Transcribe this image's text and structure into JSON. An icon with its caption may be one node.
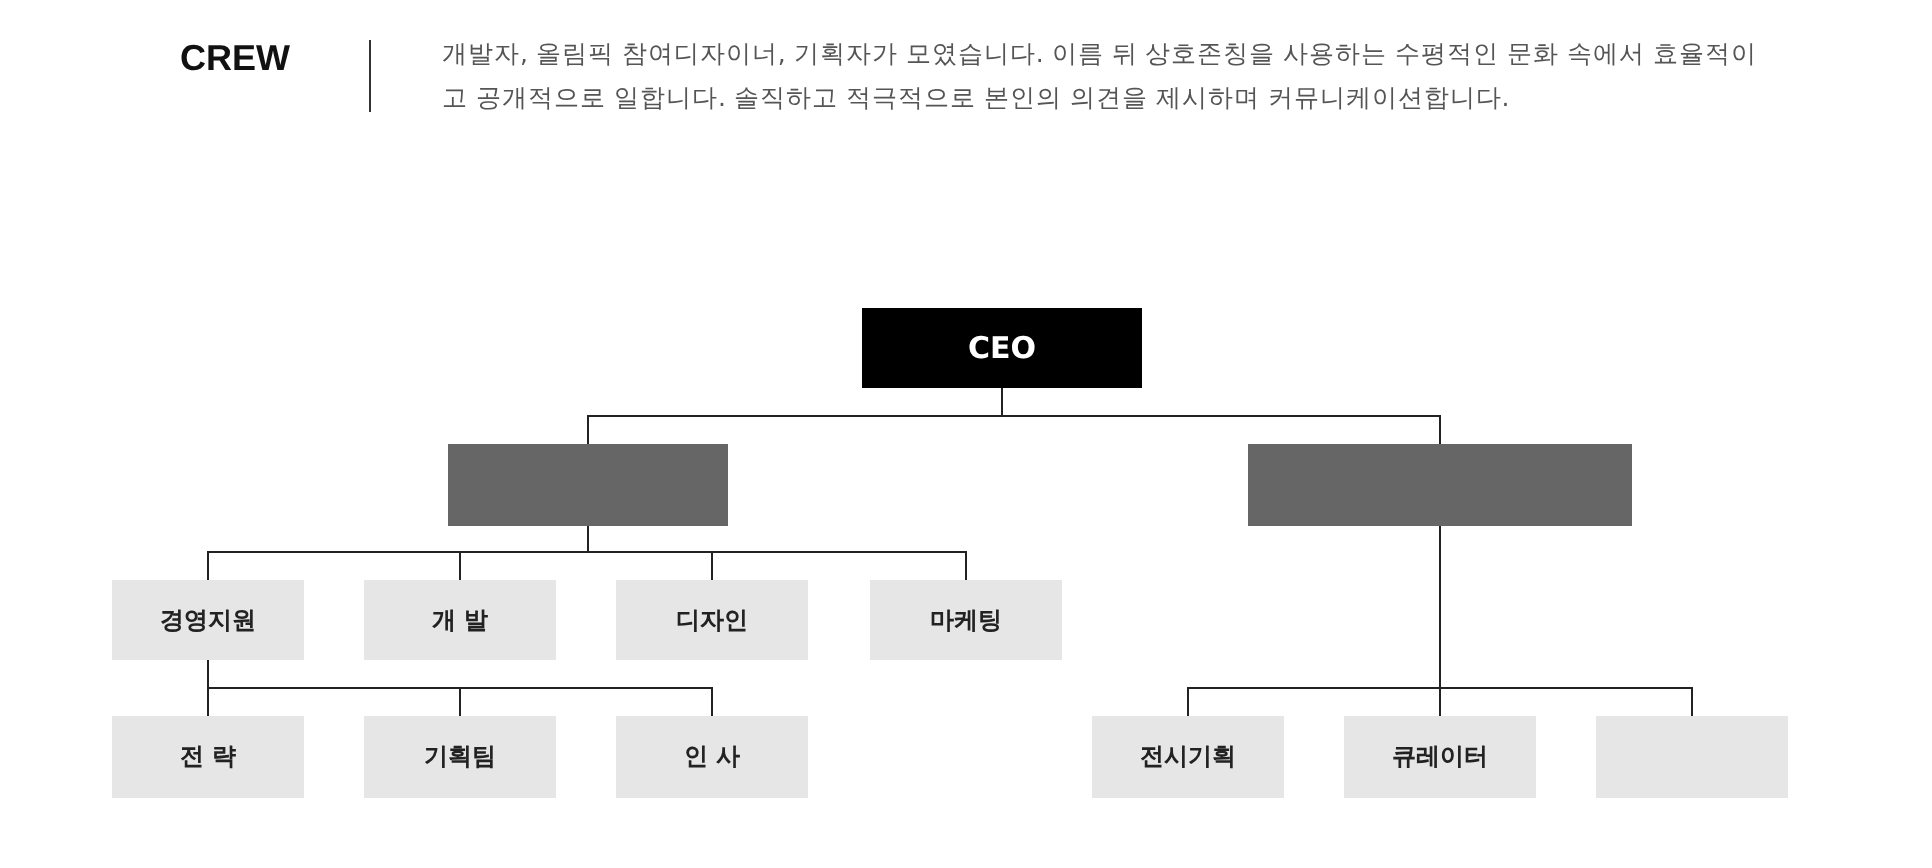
{
  "diagram": {
    "title": "CREW",
    "nodes": [
      {
        "text": [
          "CEO"
        ]
      },
      {
        "text": [],
        "shape": "box"
      },
      {
        "text": [],
        "shape": "box"
      },
      {
        "text": [
          "경영지원"
        ]
      },
      {
        "text": [
          "개 발"
        ]
      },
      {
        "text": [
          "디자인"
        ]
      },
      {
        "text": [
          "마케팅"
        ]
      },
      {
        "text": [
          "전 략"
        ]
      },
      {
        "text": [
          "기획팀"
        ]
      },
      {
        "text": [
          "인 사"
        ]
      },
      {
        "text": [
          "전시기획"
        ]
      },
      {
        "text": [
          "큐레이터"
        ]
      },
      {
        "text": [],
        "shape": "box"
      }
    ],
    "edges": [
      {
        "from": 0,
        "to": 1,
        "arrow": "none"
      },
      {
        "from": 0,
        "to": 2,
        "arrow": "none"
      },
      {
        "from": 1,
        "to": 3,
        "arrow": "none"
      },
      {
        "from": 1,
        "to": 4,
        "arrow": "none"
      },
      {
        "from": 1,
        "to": 5,
        "arrow": "none"
      },
      {
        "from": 1,
        "to": 6,
        "arrow": "none"
      },
      {
        "from": 3,
        "to": 7,
        "arrow": "none"
      },
      {
        "from": 3,
        "to": 8,
        "arrow": "none"
      },
      {
        "from": 3,
        "to": 9,
        "arrow": "none"
      },
      {
        "from": 2,
        "to": 10,
        "arrow": "none"
      },
      {
        "from": 2,
        "to": 11,
        "arrow": "none"
      },
      {
        "from": 2,
        "to": 12,
        "arrow": "none"
      }
    ],
    "labels": [
      "개발자, 올림픽 참여디자이너, 기획자가 모였습니다. 이름 뒤 상호존칭을 사용하는 수평적인 문화 속에서 효율적이고 공개적으로 일합니다. 솔직하고 적극적으로 본인의 의견을 제시하며 커뮤니케이션합니다."
    ]
  }
}
